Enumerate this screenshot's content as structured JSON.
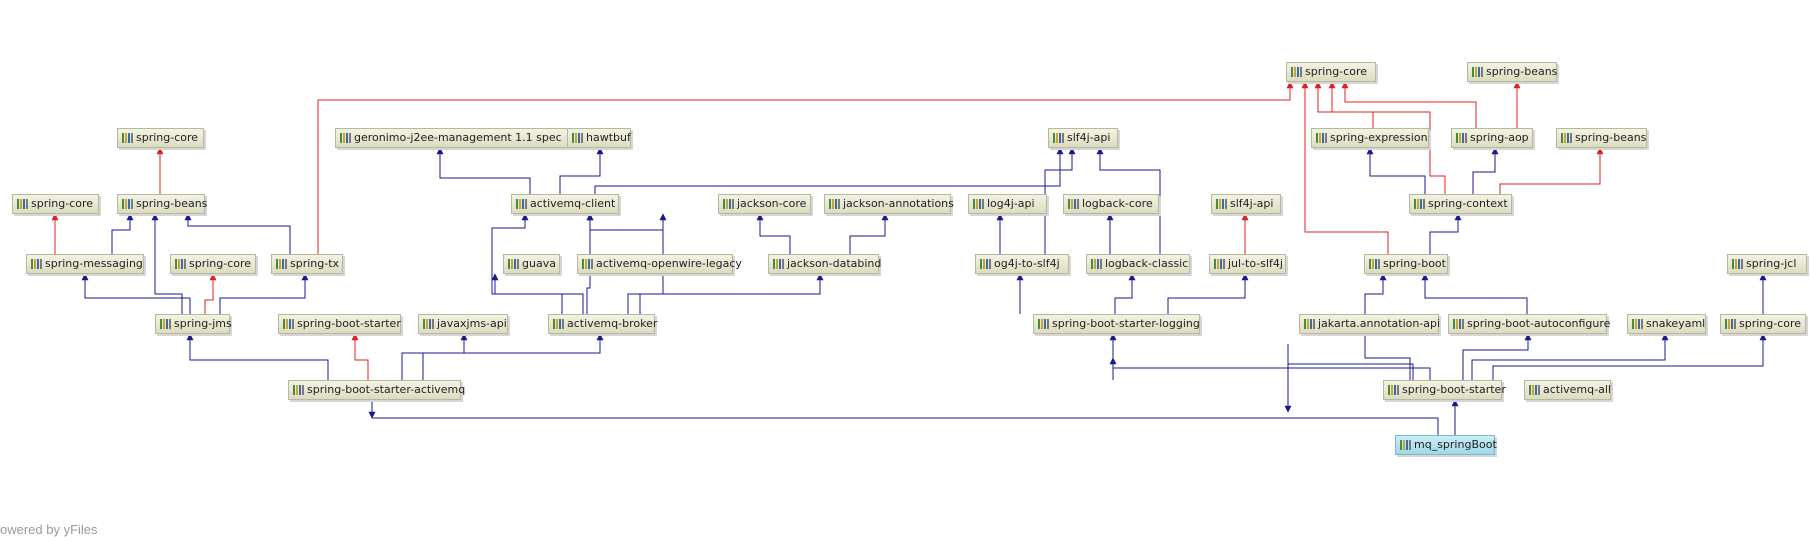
{
  "watermark": "owered by yFiles",
  "colors": {
    "dependency": "#1a1a8c",
    "conflict": "#e02020",
    "node_fill": "#e8e8d4",
    "root_fill": "#b5e3ee"
  },
  "nodes": [
    {
      "id": "spring-core-top",
      "label": "spring-core"
    },
    {
      "id": "spring-beans-top",
      "label": "spring-beans"
    },
    {
      "id": "spring-core-l",
      "label": "spring-core"
    },
    {
      "id": "geronimo",
      "label": "geronimo-j2ee-management 1.1 spec"
    },
    {
      "id": "hawtbuf",
      "label": "hawtbuf"
    },
    {
      "id": "slf4j-api-mid",
      "label": "slf4j-api"
    },
    {
      "id": "spring-expression",
      "label": "spring-expression"
    },
    {
      "id": "spring-aop",
      "label": "spring-aop"
    },
    {
      "id": "spring-beans-r",
      "label": "spring-beans"
    },
    {
      "id": "spring-core-far",
      "label": "spring-core"
    },
    {
      "id": "spring-beans-l",
      "label": "spring-beans"
    },
    {
      "id": "activemq-client",
      "label": "activemq-client"
    },
    {
      "id": "jackson-core",
      "label": "jackson-core"
    },
    {
      "id": "jackson-annotations",
      "label": "jackson-annotations"
    },
    {
      "id": "log4j-api",
      "label": "log4j-api"
    },
    {
      "id": "logback-core",
      "label": "logback-core"
    },
    {
      "id": "slf4j-api-r",
      "label": "slf4j-api"
    },
    {
      "id": "spring-context",
      "label": "spring-context"
    },
    {
      "id": "spring-messaging",
      "label": "spring-messaging"
    },
    {
      "id": "spring-core-mid",
      "label": "spring-core"
    },
    {
      "id": "spring-tx",
      "label": "spring-tx"
    },
    {
      "id": "guava",
      "label": "guava"
    },
    {
      "id": "activemq-openwire-legacy",
      "label": "activemq-openwire-legacy"
    },
    {
      "id": "jackson-databind",
      "label": "jackson-databind"
    },
    {
      "id": "log4j-to-slf4j",
      "label": "og4j-to-slf4j"
    },
    {
      "id": "logback-classic",
      "label": "logback-classic"
    },
    {
      "id": "jul-to-slf4j",
      "label": "jul-to-slf4j"
    },
    {
      "id": "spring-boot",
      "label": "spring-boot"
    },
    {
      "id": "spring-jcl",
      "label": "spring-jcl"
    },
    {
      "id": "spring-jms",
      "label": "spring-jms"
    },
    {
      "id": "spring-boot-starter-l",
      "label": "spring-boot-starter"
    },
    {
      "id": "javaxjms-api",
      "label": "javaxjms-api"
    },
    {
      "id": "activemq-broker",
      "label": "activemq-broker"
    },
    {
      "id": "spring-boot-starter-logging",
      "label": "spring-boot-starter-logging"
    },
    {
      "id": "jakarta-annotation-api",
      "label": "jakarta.annotation-api"
    },
    {
      "id": "spring-boot-autoconfigure",
      "label": "spring-boot-autoconfigure"
    },
    {
      "id": "snakeyaml",
      "label": "snakeyaml"
    },
    {
      "id": "spring-core-r",
      "label": "spring-core"
    },
    {
      "id": "spring-boot-starter-activemq",
      "label": "spring-boot-starter-activemq"
    },
    {
      "id": "spring-boot-starter",
      "label": "spring-boot-starter"
    },
    {
      "id": "activemq-all",
      "label": "activemq-all"
    },
    {
      "id": "mq-springboot",
      "label": "mq_springBoot"
    }
  ]
}
